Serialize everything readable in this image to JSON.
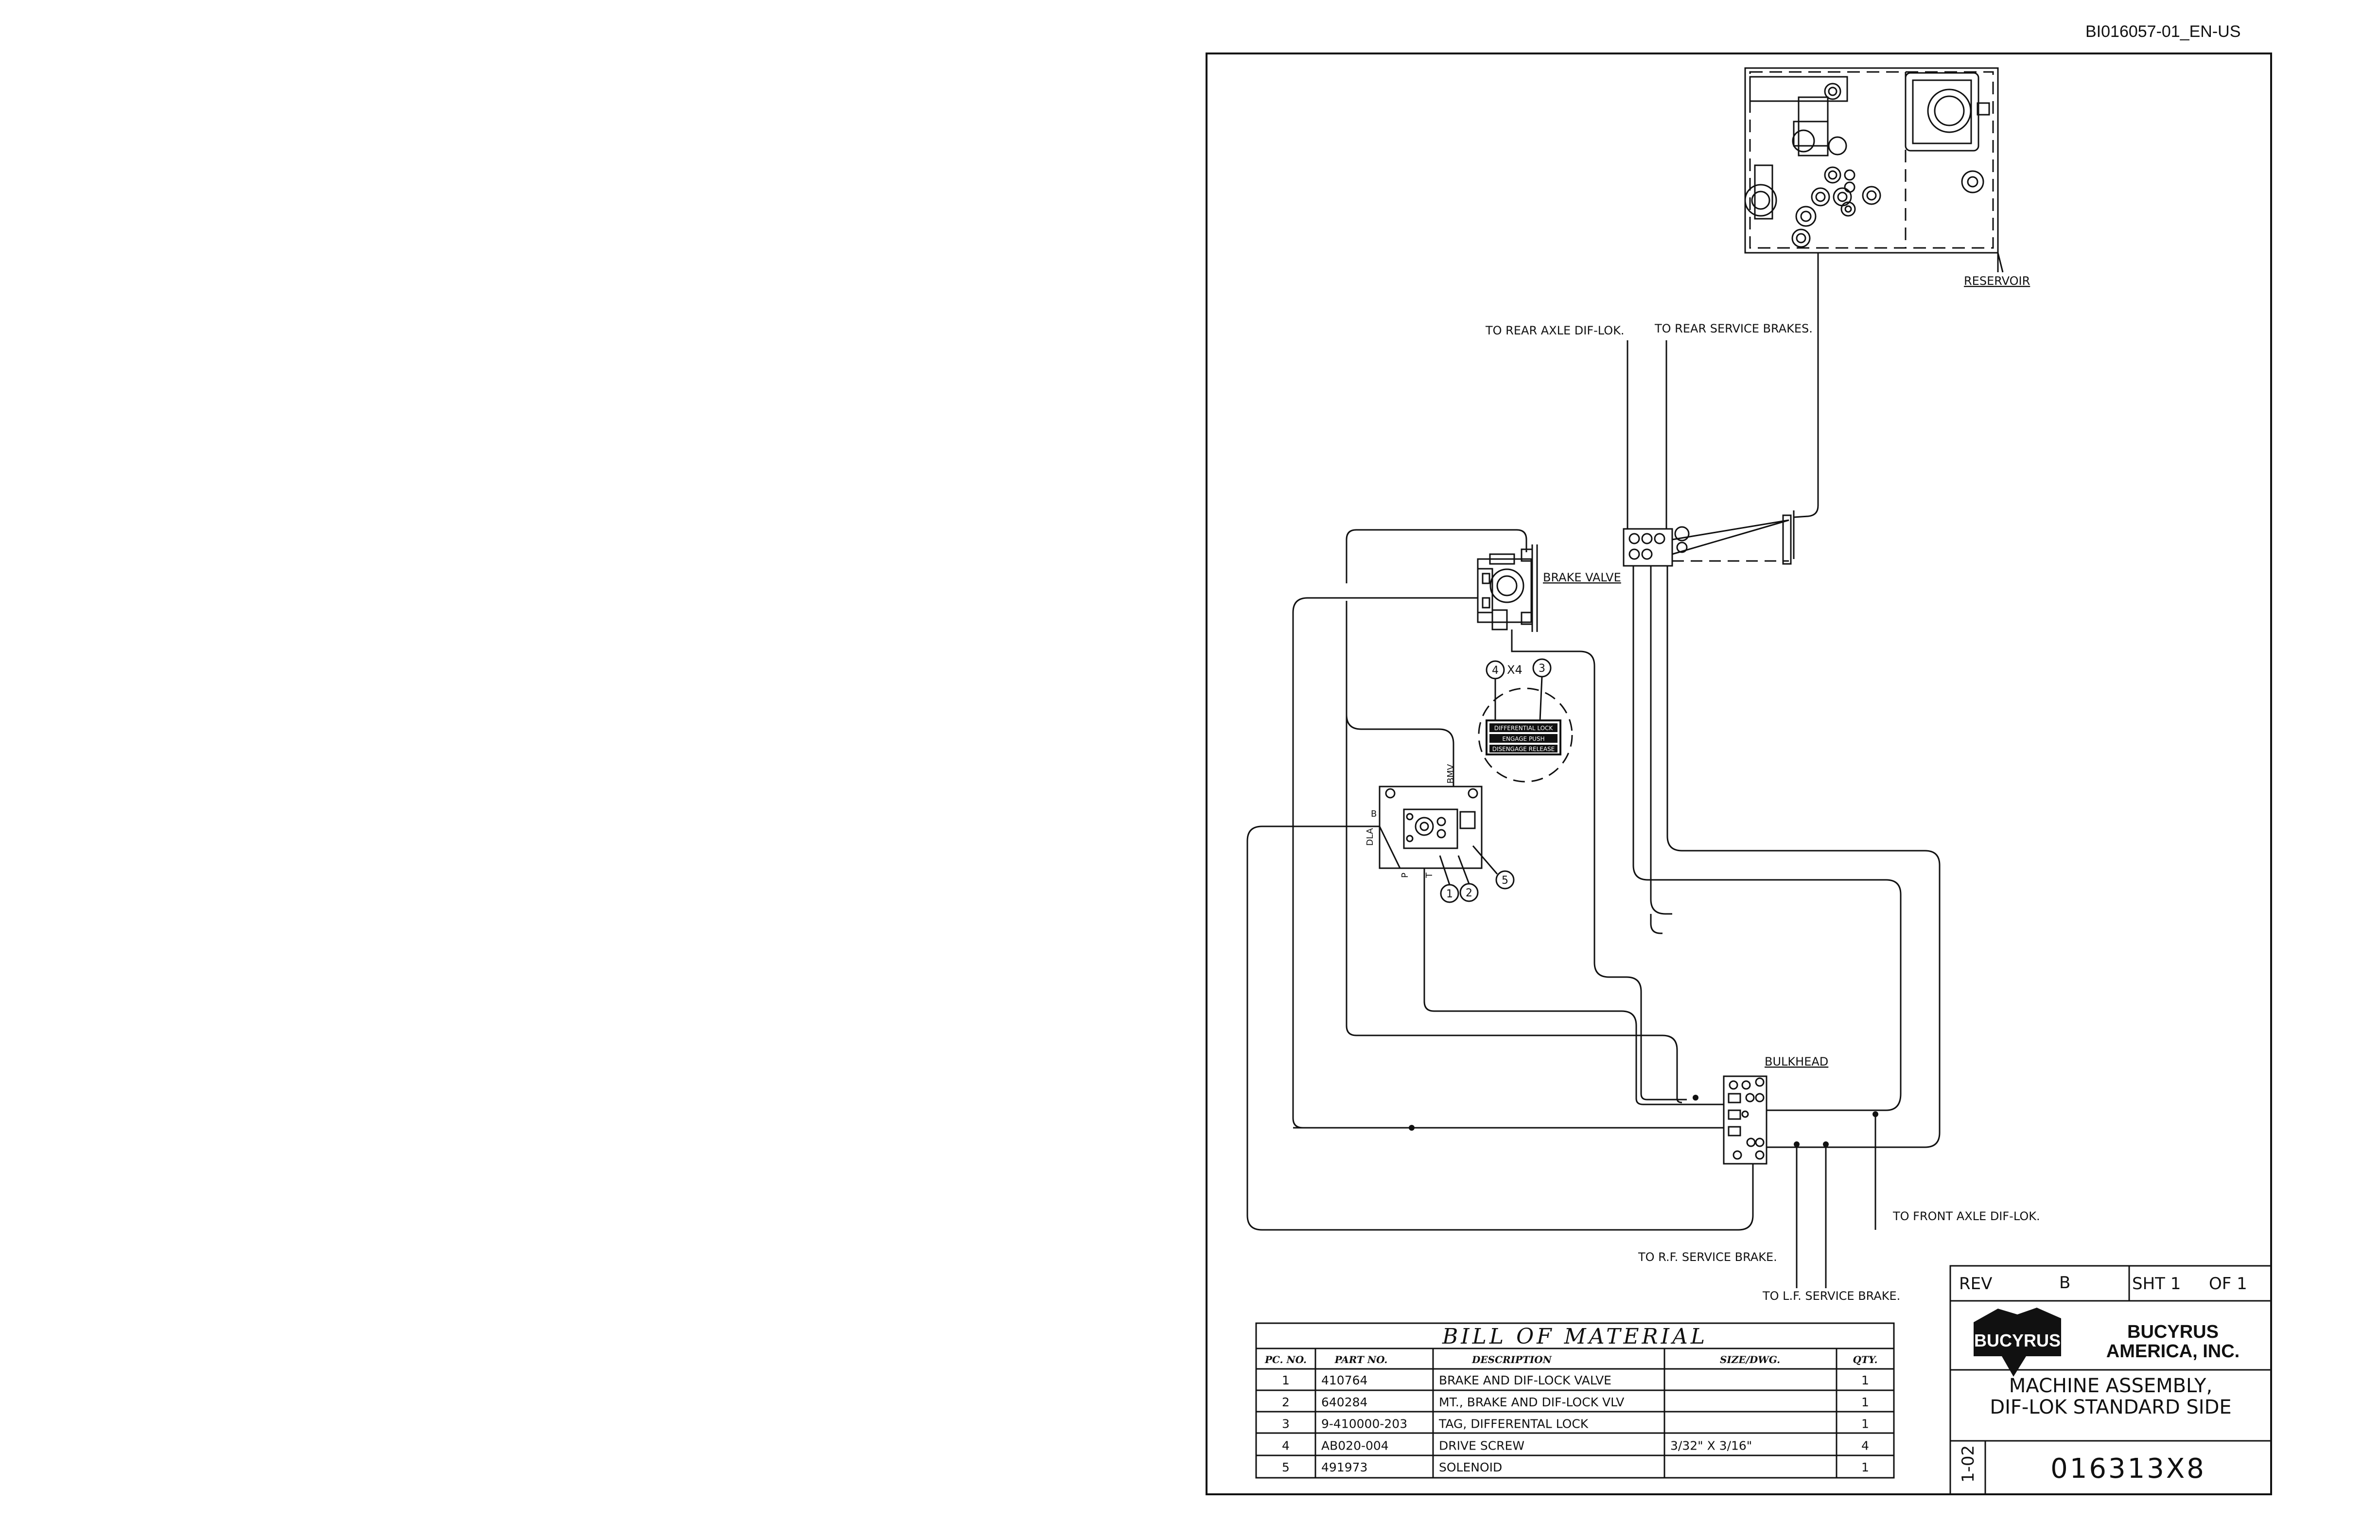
{
  "document_id": "BI016057-01_EN-US",
  "labels": {
    "reservoir": "RESERVOIR",
    "to_rear_axle_dif_lok": "TO REAR AXLE DIF-LOK.",
    "to_rear_service_brakes": "TO REAR SERVICE BRAKES.",
    "brake_valve": "BRAKE VALVE",
    "bulkhead": "BULKHEAD",
    "to_front_axle_dif_lok": "TO FRONT AXLE DIF-LOK.",
    "to_rf_service_brake": "TO R.F. SERVICE BRAKE.",
    "to_lf_service_brake": "TO L.F. SERVICE BRAKE.",
    "port_b": "B",
    "port_dla": "DLA",
    "port_bmv": "BMV",
    "port_p": "P",
    "port_t": "T",
    "callout_4_qty": "X4"
  },
  "callouts": [
    "1",
    "2",
    "3",
    "4",
    "5"
  ],
  "tag_lines": [
    "DIFFERENTIAL LOCK",
    "ENGAGE PUSH",
    "DISENGAGE RELEASE"
  ],
  "bom": {
    "title": "BILL OF MATERIAL",
    "headers": [
      "PC. NO.",
      "PART NO.",
      "DESCRIPTION",
      "SIZE/DWG.",
      "QTY."
    ],
    "rows": [
      [
        "1",
        "410764",
        "BRAKE AND DIF-LOCK VALVE",
        "",
        "1"
      ],
      [
        "2",
        "640284",
        "MT., BRAKE AND DIF-LOCK VLV",
        "",
        "1"
      ],
      [
        "3",
        "9-410000-203",
        "TAG, DIFFERENTAL LOCK",
        "",
        "1"
      ],
      [
        "4",
        "AB020-004",
        "DRIVE SCREW",
        "3/32\" X 3/16\"",
        "4"
      ],
      [
        "5",
        "491973",
        "SOLENOID",
        "",
        "1"
      ]
    ]
  },
  "title_block": {
    "rev_label": "REV",
    "rev_value": "B",
    "sheet_label": "SHT 1",
    "of_label": "OF 1",
    "logo_text": "BUCYRUS",
    "company_line1": "BUCYRUS",
    "company_line2": "AMERICA, INC.",
    "title_line1": "MACHINE ASSEMBLY,",
    "title_line2": "DIF-LOK STANDARD SIDE",
    "date_code": "1-02",
    "drawing_number": "016313X8"
  }
}
